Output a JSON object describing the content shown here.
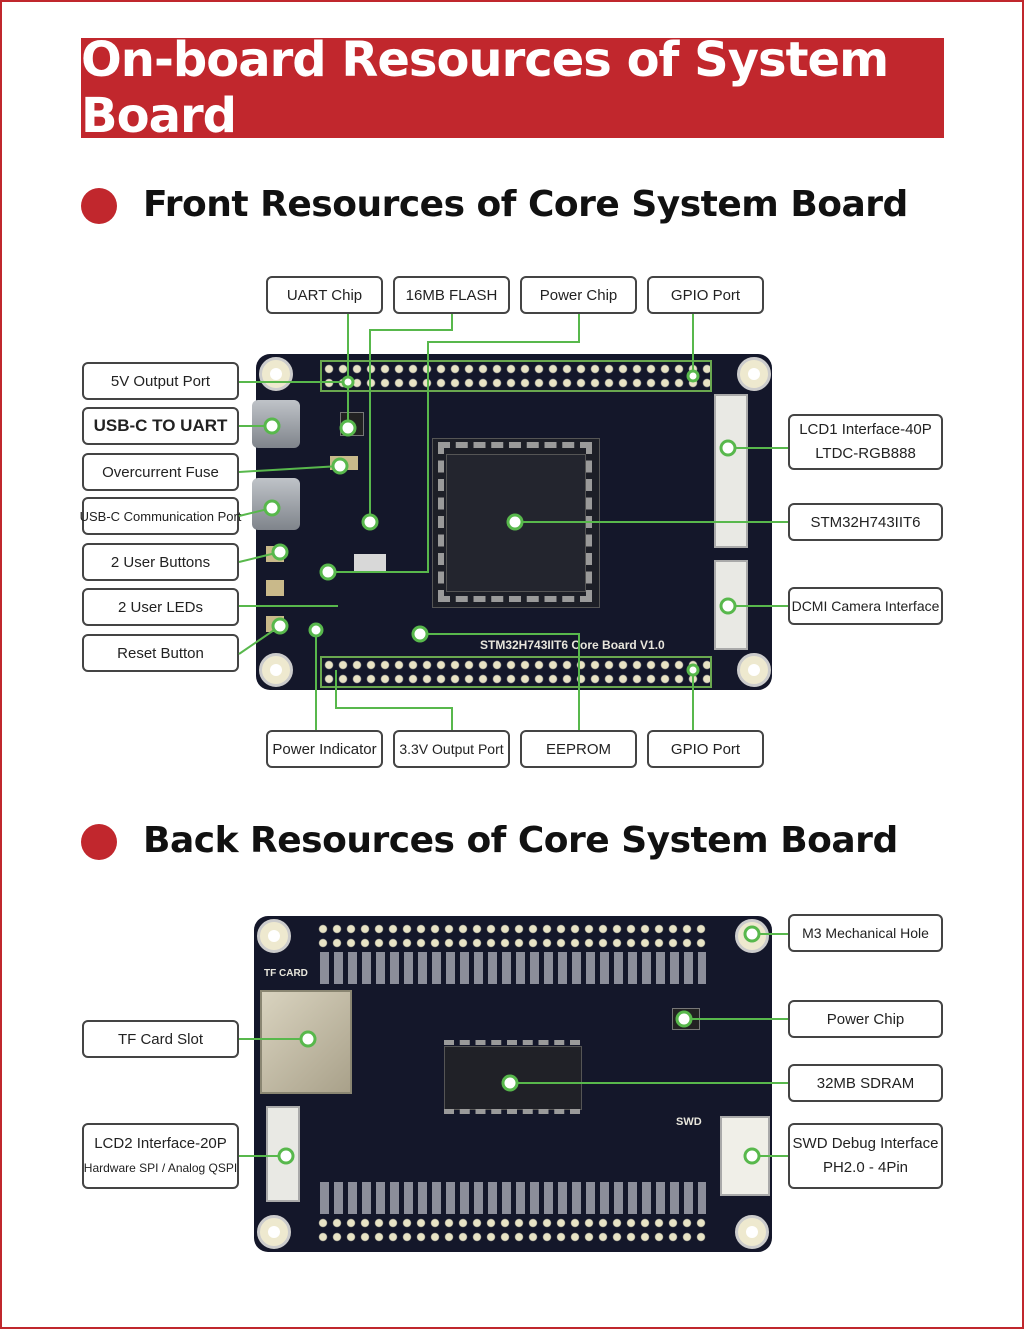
{
  "banner_title": "On-board Resources of System Board",
  "front": {
    "section_title": "Front Resources of Core System Board",
    "board_label": "STM32H743IIT6 Core Board V1.0",
    "labels": {
      "uart_chip": "UART Chip",
      "flash_16mb": "16MB FLASH",
      "power_chip": "Power Chip",
      "gpio_port_top": "GPIO Port",
      "v5_output": "5V Output Port",
      "usbc_uart": "USB-C TO UART",
      "overcurrent_fuse": "Overcurrent Fuse",
      "usbc_comm": "USB-C Communication Port",
      "user_buttons": "2 User Buttons",
      "user_leds": "2 User LEDs",
      "reset_button": "Reset Button",
      "lcd1_line1": "LCD1 Interface-40P",
      "lcd1_line2": "LTDC-RGB888",
      "mcu": "STM32H743IIT6",
      "dcmi": "DCMI Camera Interface",
      "power_indicator": "Power Indicator",
      "v33_output": "3.3V Output Port",
      "eeprom": "EEPROM",
      "gpio_port_bottom": "GPIO Port"
    }
  },
  "back": {
    "section_title": "Back Resources of Core System Board",
    "labels": {
      "m3_hole": "M3 Mechanical Hole",
      "tf_card": "TF Card Slot",
      "power_chip": "Power Chip",
      "sdram": "32MB SDRAM",
      "lcd2_line1": "LCD2 Interface-20P",
      "lcd2_line2": "Hardware SPI / Analog QSPI",
      "swd_line1": "SWD Debug Interface",
      "swd_line2": "PH2.0 - 4Pin"
    },
    "silk_tf": "TF CARD",
    "silk_swd": "SWD"
  },
  "colors": {
    "accent_red": "#c1272d",
    "board_navy": "#14172a",
    "leader_green": "#58b84c"
  }
}
